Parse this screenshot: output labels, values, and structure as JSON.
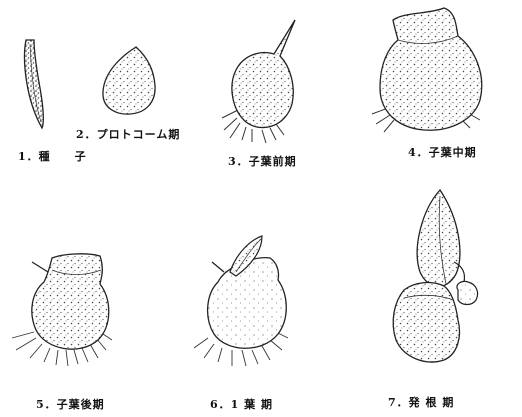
{
  "figure": {
    "stages": [
      {
        "id": "seed",
        "label": "1．種　　子"
      },
      {
        "id": "protocorm",
        "label": "2．プロトコーム期"
      },
      {
        "id": "early-cotyledon",
        "label": "3．子葉前期"
      },
      {
        "id": "mid-cotyledon",
        "label": "4．子葉中期"
      },
      {
        "id": "late-cotyledon",
        "label": "5．子葉後期"
      },
      {
        "id": "one-leaf",
        "label": "6．1 葉 期"
      },
      {
        "id": "rooting",
        "label": "7．発 根 期"
      }
    ]
  },
  "colors": {
    "ink": "#222222",
    "paper": "#ffffff"
  }
}
